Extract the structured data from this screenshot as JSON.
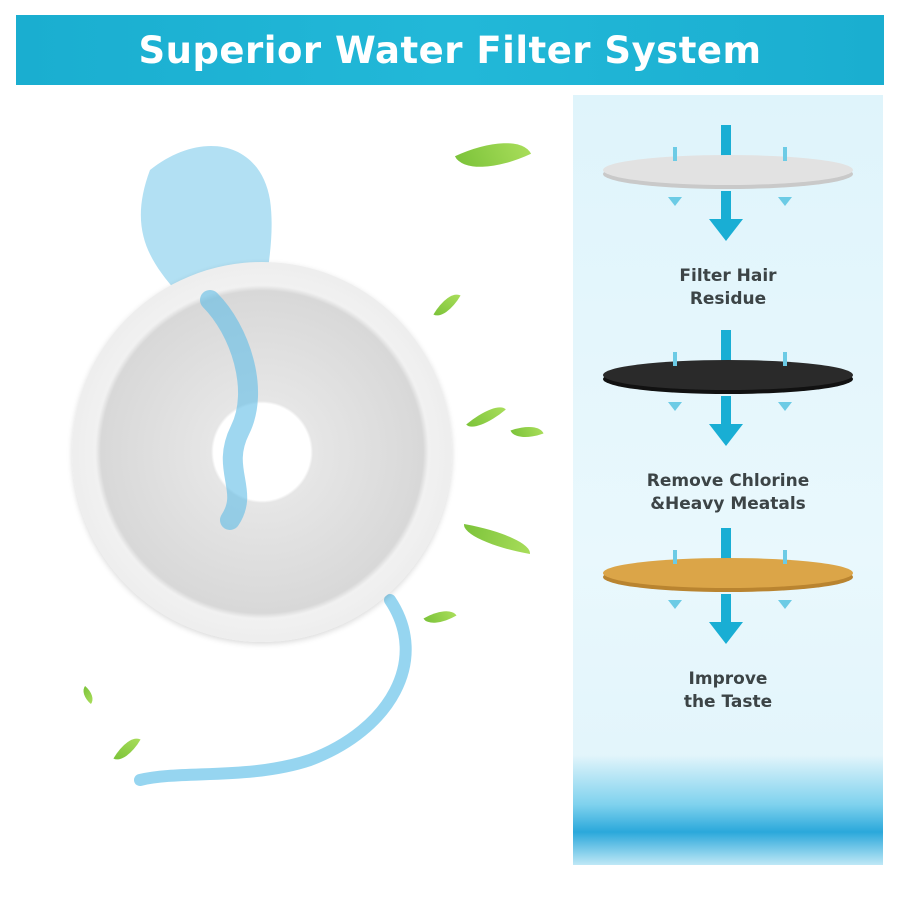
{
  "title": "Superior Water Filter System",
  "layers": [
    {
      "label_line1": "Filter Hair",
      "label_line2": "Residue",
      "color": "#e2e2e2"
    },
    {
      "label_line1": "Remove Chlorine",
      "label_line2": "&Heavy Meatals",
      "color": "#1e1e1e"
    },
    {
      "label_line1": "Improve",
      "label_line2": "the  Taste",
      "color": "#d9a042"
    }
  ],
  "colors": {
    "accent": "#1aaed0",
    "panel": "#e3f6fc"
  }
}
